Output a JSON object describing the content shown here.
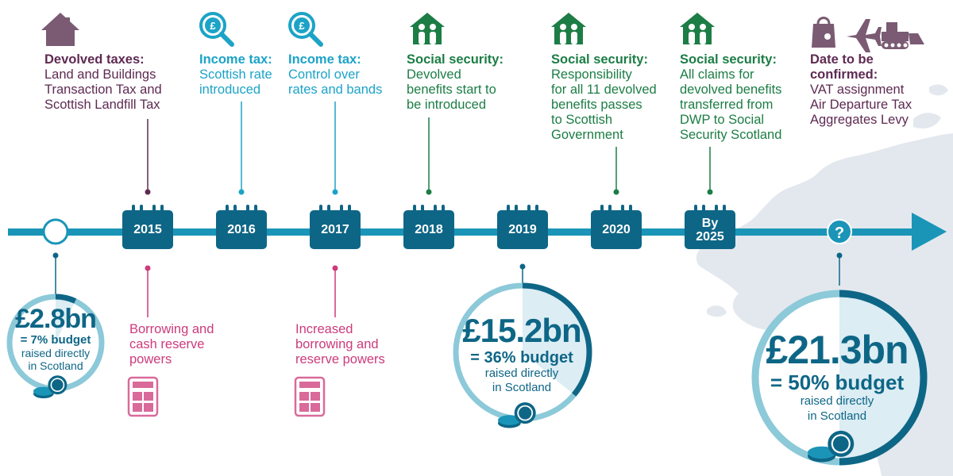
{
  "colors": {
    "arrow": "#1a95b8",
    "calendar": "#0e6686",
    "devolved_taxes": "#5e2a52",
    "income_tax": "#1ca3c7",
    "social_security": "#1c7d45",
    "borrowing": "#cc3b7c",
    "budget_ring": "#8cc9d9",
    "map": "#e3e8ee"
  },
  "timeline": [
    {
      "label": "2015",
      "icon": "house-icon"
    },
    {
      "label": "2016",
      "icon": "magnifier-pound-icon"
    },
    {
      "label": "2017",
      "icon": "magnifier-pound-icon"
    },
    {
      "label": "2018",
      "icon": "people-house-icon"
    },
    {
      "label": "2019",
      "icon": "calendar-icon"
    },
    {
      "label": "2020",
      "icon": "people-house-icon"
    },
    {
      "label": "By\n2025",
      "icon": "people-house-icon"
    }
  ],
  "events_above": [
    {
      "head": "Devolved taxes:",
      "body": "Land and Buildings\nTransaction Tax and\nScottish Landfill Tax"
    },
    {
      "head": "Income tax:",
      "body": "Scottish rate\nintroduced"
    },
    {
      "head": "Income tax:",
      "body": "Control over\nrates and bands"
    },
    {
      "head": "Social security:",
      "body": "Devolved\nbenefits start to\nbe introduced"
    },
    {
      "head": "Social security:",
      "body": "Responsibility\nfor all 11 devolved\nbenefits passes\nto Scottish\nGovernment"
    },
    {
      "head": "Social security:",
      "body": "All claims for\ndevolved benefits\ntransferred from\nDWP to Social\nSecurity Scotland"
    },
    {
      "head": "Date to be\nconfirmed:",
      "body": "VAT assignment\nAir Departure Tax\nAggregates Levy"
    }
  ],
  "events_below": [
    {
      "body": "Borrowing and\ncash reserve\npowers",
      "icon": "calculator-icon"
    },
    {
      "body": "Increased\nborrowing and\nreserve powers",
      "icon": "calculator-icon"
    }
  ],
  "budgets": [
    {
      "value": "£2.8bn",
      "pct": "= 7% budget",
      "note": "raised directly\nin Scotland",
      "share": 7
    },
    {
      "value": "£15.2bn",
      "pct": "= 36% budget",
      "note": "raised directly\nin Scotland",
      "share": 36
    },
    {
      "value": "£21.3bn",
      "pct": "= 50% budget",
      "note": "raised directly\nin Scotland",
      "share": 50
    }
  ],
  "future_marker": "?",
  "future_icons": [
    "shopping-bag-icon",
    "airplane-icon",
    "bulldozer-icon"
  ]
}
